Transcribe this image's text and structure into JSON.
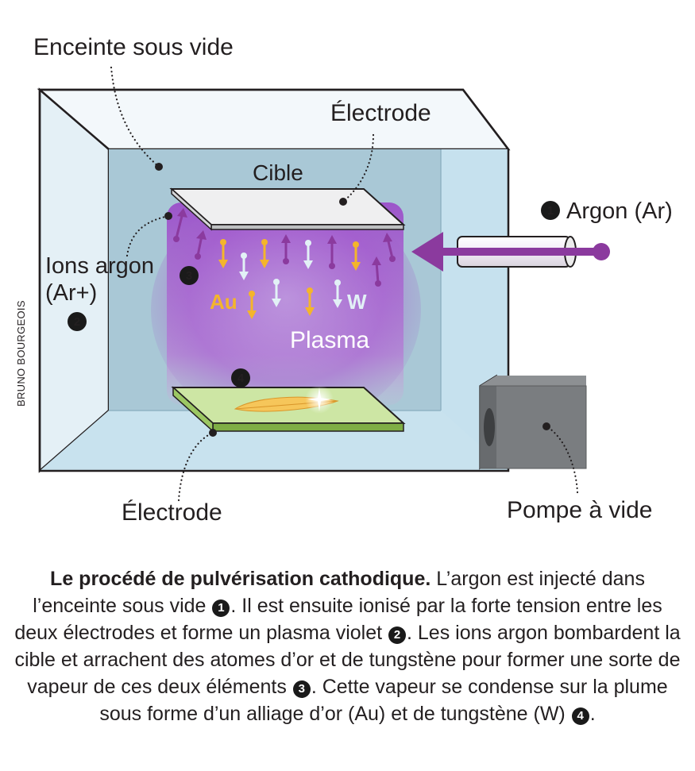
{
  "labels": {
    "enceinte": "Enceinte sous vide",
    "electrode_top": "Électrode",
    "cible": "Cible",
    "argon": "Argon (Ar)",
    "ions_line1": "Ions argon",
    "ions_line2": "(Ar+)",
    "au": "Au",
    "w": "W",
    "plasma": "Plasma",
    "electrode_bottom": "Électrode",
    "pompe": "Pompe à vide",
    "credit": "BRUNO BOURGEOIS"
  },
  "markers": {
    "m1": "1",
    "m2": "2",
    "m3": "3",
    "m4": "4"
  },
  "colors": {
    "chamber_back": "#a9c8d6",
    "chamber_side": "#c6e1ee",
    "plasma": "#a55bd0",
    "argon_arrow": "#8b3a9e",
    "gold": "#f4b52b",
    "tungsten": "#d9ecf2",
    "pump": "#7a7d80",
    "substrate": "#9cc763"
  },
  "caption": {
    "bold": "Le procédé de pulvérisation cathodique.",
    "t1": " L’argon est injecté dans l’enceinte sous vide ",
    "n1": "1",
    "t2": ". Il est ensuite ionisé par la forte tension entre les deux électrodes et forme un plasma violet ",
    "n2": "2",
    "t3": ". Les ions argon bombardent la cible et arrachent des atomes d’or et de tungstène pour former une sorte de vapeur de ces deux éléments ",
    "n3": "3",
    "t4": ". Cette vapeur se condense sur la plume sous forme d’un alliage d’or (Au) et de tungstène (W) ",
    "n4": "4",
    "t5": "."
  }
}
